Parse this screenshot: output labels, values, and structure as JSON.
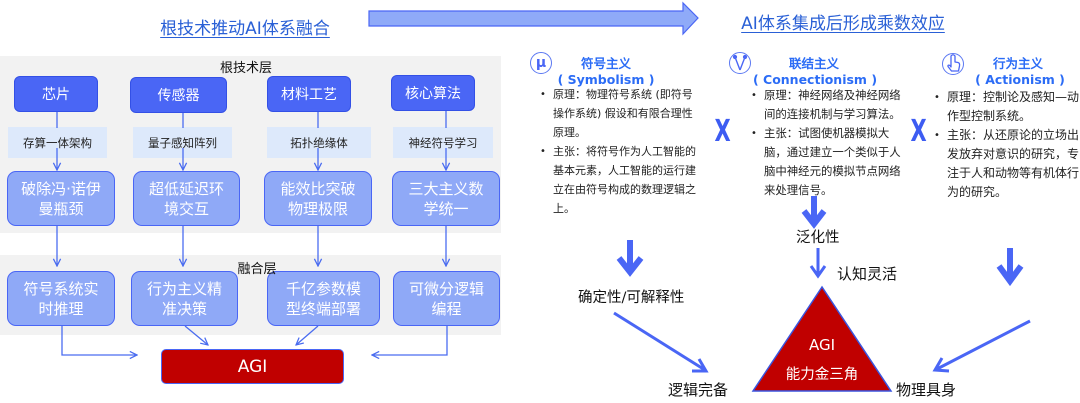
{
  "left": {
    "title": "根技术推动AI体系融合",
    "root_layer": {
      "label": "根技术层",
      "columns": [
        {
          "tech": "芯片",
          "sub": "存算一体架构",
          "breakthrough": "破除冯·诺伊曼瓶颈"
        },
        {
          "tech": "传感器",
          "sub": "量子感知阵列",
          "breakthrough": "超低延迟环境交互"
        },
        {
          "tech": "材料工艺",
          "sub": "拓扑绝缘体",
          "breakthrough": "能效比突破物理极限"
        },
        {
          "tech": "核心算法",
          "sub": "神经符号学习",
          "breakthrough": "三大主义数学统一"
        }
      ]
    },
    "fusion_layer": {
      "label": "融合层",
      "items": [
        "符号系统实时推理",
        "行为主义精准决策",
        "千亿参数模型终端部署",
        "可微分逻辑编程"
      ]
    },
    "agi_label": "AGI"
  },
  "right": {
    "title": "AI体系集成后形成乘数效应",
    "schools": [
      {
        "icon": "mu-symbol-icon",
        "icon_glyph": "μ",
        "name": "符号主义",
        "english": "( Symbolism )",
        "bullets": [
          "原理：物理符号系统 (即符号操作系统) 假设和有限合理性原理。",
          "主张：将符号作为人工智能的基本元素，人工智能的运行建立在由符号构成的数理逻辑之上。"
        ]
      },
      {
        "icon": "neural-network-icon",
        "name": "联结主义",
        "english": "( Connectionism )",
        "bullets": [
          "原理：神经网络及神经网络间的连接机制与学习算法。",
          "主张：试图使机器模拟大脑，通过建立一个类似于人脑中神经元的模拟节点网络来处理信号。"
        ]
      },
      {
        "icon": "hand-pointer-icon",
        "name": "行为主义",
        "english": "( Actionism )",
        "bullets": [
          "原理：控制论及感知—动作型控制系统。",
          "主张：从还原论的立场出发放弃对意识的研究，专注于人和动物等有机体行为的研究。"
        ]
      }
    ],
    "connector_mark": "X",
    "bullet_glyph": "•",
    "traits": {
      "symbolism": "确定性/可解释性",
      "connectionism": "泛化性",
      "cognitive": "认知灵活",
      "logic": "逻辑完备",
      "embodiment": "物理具身"
    },
    "triangle": {
      "line1": "AGI",
      "line2": "能力金三角"
    }
  },
  "colors": {
    "accent_blue": "#4a66f5",
    "title_blue": "#2a60d6",
    "agi_red": "#c00000",
    "panel_gray": "#f2f2f2",
    "sub_label_bg": "#dde9fb"
  }
}
